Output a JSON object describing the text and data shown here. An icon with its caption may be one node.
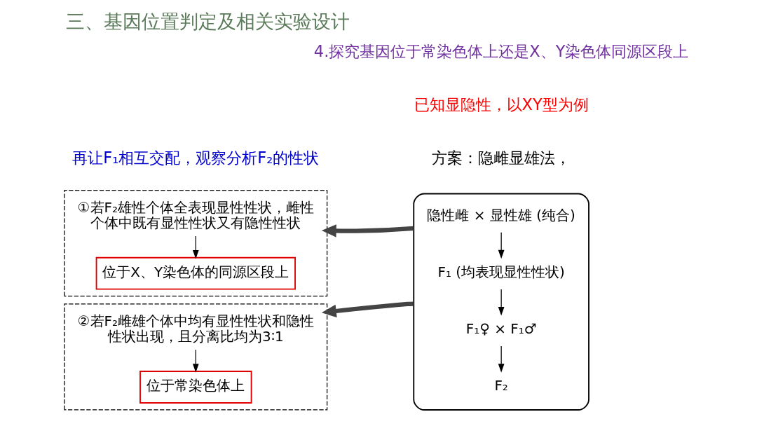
{
  "diagram": {
    "title": "三、基因位置判定及相关实验设计",
    "nodes": [
      {
        "text": [],
        "shape": "box"
      },
      {
        "text": [
          "隐性雌 × 显性雄 (纯合)"
        ],
        "in": 0
      },
      {
        "text": [
          "F₁ (均表现显性性状)"
        ],
        "in": 0
      },
      {
        "text": [
          "F₁♀ × F₁♂"
        ],
        "in": 0
      },
      {
        "text": [
          "F₂"
        ],
        "in": 0
      },
      {
        "text": [],
        "shape": "box"
      },
      {
        "text": [
          "①若F₂雄性个体全表现显性性状，雌性个体中既有显性性状又有隐性性状"
        ],
        "in": 5
      },
      {
        "text": [
          "位于X、Y染色体的同源区段上"
        ],
        "in": 5
      },
      {
        "text": [],
        "shape": "box"
      },
      {
        "text": [
          "②若F₂雌雄个体中均有显性性状和隐性性状出现，且分离比均为3∶1"
        ],
        "in": 8
      },
      {
        "text": [
          "位于常染色体上"
        ],
        "in": 8
      }
    ],
    "edges": [
      {
        "from": 1,
        "to": 2,
        "arrow": "to"
      },
      {
        "from": 2,
        "to": 3,
        "arrow": "to"
      },
      {
        "from": 3,
        "to": 4,
        "arrow": "to"
      },
      {
        "from": 0,
        "to": 5,
        "arrow": "to",
        "style": "thick"
      },
      {
        "from": 0,
        "to": 8,
        "arrow": "to",
        "style": "thick"
      },
      {
        "from": 6,
        "to": 7,
        "arrow": "to"
      },
      {
        "from": 9,
        "to": 10,
        "arrow": "to"
      }
    ],
    "labels": [
      "4.探究基因位于常染色体上还是X、Y染色体同源区段上",
      "已知显隐性，以XY型为例",
      "方案：隐雌显雄法，",
      "再让F₁相互交配，观察分析F₂的性状"
    ]
  }
}
